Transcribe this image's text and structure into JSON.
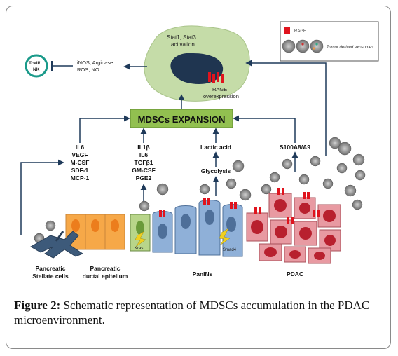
{
  "diagram": {
    "legend": {
      "rage": "RAGE",
      "exosomes": "Tumor derived exosomes"
    },
    "stat_activation": "Stat1, Stat3 activation",
    "rage_over_1": "RAGE",
    "rage_over_2": "overexpression",
    "tcell_1": "Tcell/",
    "tcell_2": "NK",
    "inos_1": "iNOS, Arginase",
    "inos_2": "ROS, NO",
    "mdsc_expansion": "MDSCs EXPANSION",
    "stellate_factors": [
      "IL6",
      "VEGF",
      "M-CSF",
      "SDF-1",
      "MCP-1"
    ],
    "ductal_factors": [
      "IL1β",
      "IL6",
      "TGFβ1",
      "GM-CSF",
      "PGE2"
    ],
    "lactic_acid": "Lactic acid",
    "glycolysis": "Glycolysis",
    "s100": "S100A8/A9",
    "kras": "Kras",
    "smad4": "Smad4",
    "stellate_label_1": "Pancreatic",
    "stellate_label_2": "Stellate cells",
    "ductal_label_1": "Pancreatic",
    "ductal_label_2": "ductal epitelium",
    "panins_label": "PanINs",
    "pdac_label": "PDAC"
  },
  "caption": {
    "label": "Figure 2:",
    "text": " Schematic representation of MDSCs accumulation in the PDAC microenvironment."
  },
  "colors": {
    "mdsc_box": "#92c050",
    "mdsc_body": "#c5dca8",
    "nucleus": "#1f3550",
    "rage_red": "#e0141e",
    "panin_cell": "#8fb0d8",
    "pdac_cell": "#e89aa2",
    "pdac_nucleus": "#b8202e",
    "ductal_cell": "#f6a848",
    "kras_cell": "#b8d58a",
    "stellate": "#3d5a7a",
    "arrow": "#1f3a5a"
  }
}
